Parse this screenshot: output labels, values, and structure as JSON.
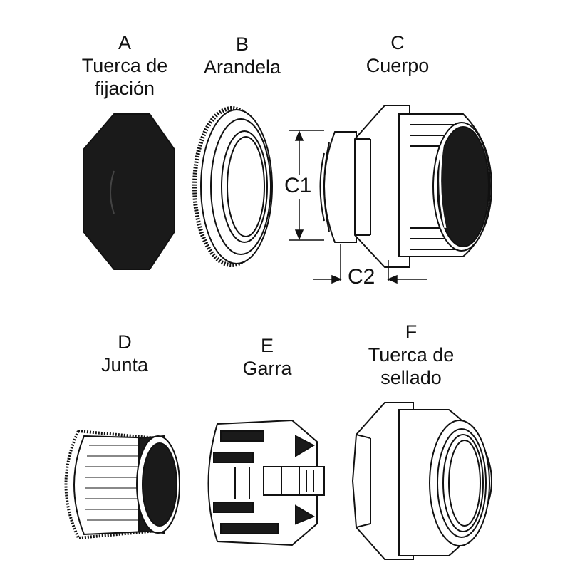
{
  "parts": [
    {
      "letter": "A",
      "name_line1": "Tuerca de",
      "name_line2": "fijación"
    },
    {
      "letter": "B",
      "name_line1": "Arandela"
    },
    {
      "letter": "C",
      "name_line1": "Cuerpo"
    },
    {
      "letter": "D",
      "name_line1": "Junta"
    },
    {
      "letter": "E",
      "name_line1": "Garra"
    },
    {
      "letter": "F",
      "name_line1": "Tuerca de",
      "name_line2": "sellado"
    }
  ],
  "dimensions": {
    "c1": "C1",
    "c2": "C2"
  },
  "colors": {
    "ink": "#111111",
    "fill": "#1a1a1a",
    "background": "#ffffff"
  }
}
